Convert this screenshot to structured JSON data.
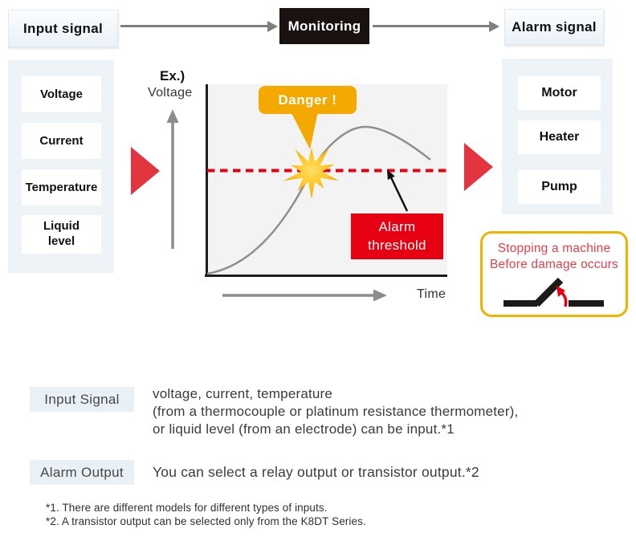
{
  "colors": {
    "accent_red": "#e60012",
    "triangle_red": "#e23540",
    "warning_orange": "#f3a900",
    "gold_border": "#edb400",
    "panel_bg": "#eef3f8",
    "label_box_bg": "#e9f0f6",
    "monitoring_bg": "#191210"
  },
  "flow": {
    "input_signal_label": "Input signal",
    "monitoring_label": "Monitoring",
    "alarm_signal_label": "Alarm signal"
  },
  "input_examples": {
    "items": [
      "Voltage",
      "Current",
      "Temperature",
      "Liquid level"
    ]
  },
  "output_examples": {
    "items": [
      "Motor",
      "Heater",
      "Pump"
    ]
  },
  "chart": {
    "example_prefix": "Ex.)",
    "y_axis_label": "Voltage",
    "x_axis_label": "Time",
    "danger_callout": "Danger !",
    "threshold_line1": "Alarm",
    "threshold_line2": "threshold"
  },
  "stopping_note": {
    "line1": "Stopping a machine",
    "line2": "Before damage occurs"
  },
  "details": {
    "input_signal": {
      "label": "Input Signal",
      "lines": [
        "voltage, current, temperature",
        "(from a thermocouple or platinum resistance thermometer),",
        "or liquid level (from an electrode) can be input.*1"
      ]
    },
    "alarm_output": {
      "label": "Alarm Output",
      "text": "You can select a relay output or transistor output.*2"
    }
  },
  "footnotes": [
    "*1. There are different models for different types of inputs.",
    "*2. A transistor output can be selected only from the K8DT Series."
  ]
}
